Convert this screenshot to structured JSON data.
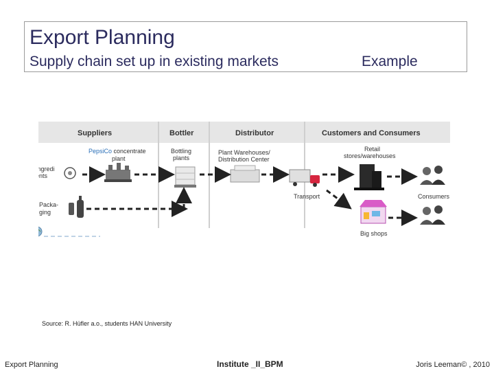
{
  "slide": {
    "title": "Export Planning",
    "subtitle": "Supply chain set up in existing markets",
    "example_label": "Example"
  },
  "diagram": {
    "headers": [
      "Suppliers",
      "Bottler",
      "Distributor",
      "Customers and Consumers"
    ],
    "labels": {
      "concentrate_brand": "PepsiCo",
      "concentrate_rest": " concentrate",
      "plant": "plant",
      "ingredients_1": "Ingredi",
      "ingredients_2": "ents",
      "packaging_1": "Packa-",
      "packaging_2": "ging",
      "bottling_1": "Bottling",
      "bottling_2": "plants",
      "warehouses_1": "Plant Warehouses/",
      "warehouses_2": "Distribution Center",
      "transport": "Transport",
      "retail_1": "Retail",
      "retail_2": "stores/warehouses",
      "big_shops": "Big shops",
      "consumers": "Consumers"
    },
    "colors": {
      "header_bg": "#e6e6e6",
      "accent": "#2a6fb8",
      "arrow": "#222222"
    }
  },
  "source_note": "Source: R. Hüfler a.o., students HAN University",
  "footer": {
    "left": "Export Planning",
    "center": "Institute _II_BPM",
    "right": "Joris Leeman© , 2010"
  }
}
